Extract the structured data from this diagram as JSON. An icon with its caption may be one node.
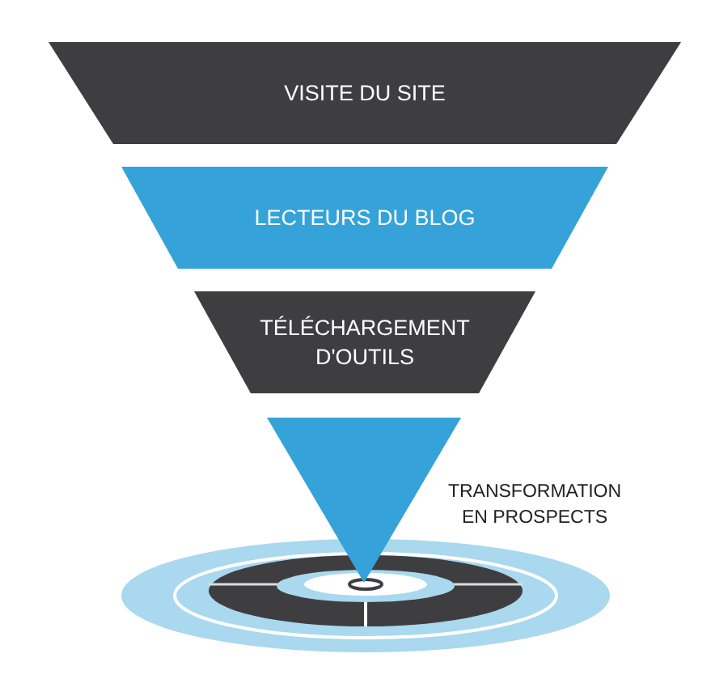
{
  "diagram": {
    "nodes": [
      {
        "text": [
          "VISITE DU SITE"
        ]
      },
      {
        "text": [
          "LECTEURS DU BLOG"
        ]
      },
      {
        "text": [
          "TÉLÉCHARGEMENT D'OUTILS"
        ]
      },
      {
        "text": [],
        "shape": "triangle",
        "beside": [
          "TRANSFORMATION EN PROSPECTS"
        ]
      }
    ]
  }
}
